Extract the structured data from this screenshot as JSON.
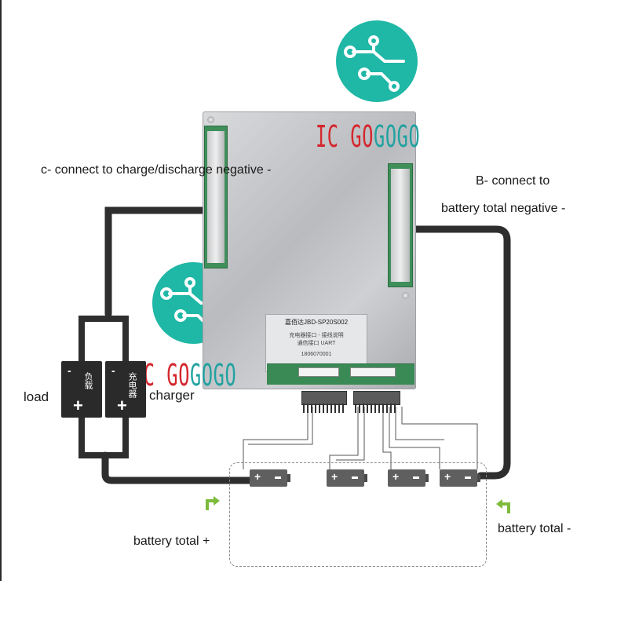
{
  "labels": {
    "c_minus": "c- connect to charge/discharge negative -",
    "b_minus_line1": "B- connect to",
    "b_minus_line2": "battery total negative -",
    "load": "load",
    "charger": "charger",
    "battery_total_plus": "battery total +",
    "battery_total_minus": "battery total -"
  },
  "devices": {
    "load_minus": "-",
    "load_name": "负载",
    "load_plus": "+",
    "charger_minus": "-",
    "charger_name": "充电器",
    "charger_plus": "+"
  },
  "board": {
    "model": "嘉佰达JBD-SP20S002",
    "line2": "充电器接口  - 接线说明",
    "line3": "通信接口  UART",
    "serial": "1806070001"
  },
  "battery_polarity": {
    "plus": "+"
  },
  "watermark": {
    "part1": "IC",
    "part2": " GO",
    "part3": "GOGO"
  },
  "colors": {
    "wire": "#2e2e2e",
    "logo_teal": "#1fb7a5",
    "watermark_red": "#d4262c",
    "watermark_teal": "#20a2a0",
    "arrow_green": "#7dbb3c",
    "pcb_green": "#3a8a55"
  },
  "icons": [
    "circuit-logo-icon",
    "curved-arrow-icon",
    "battery-icon"
  ]
}
